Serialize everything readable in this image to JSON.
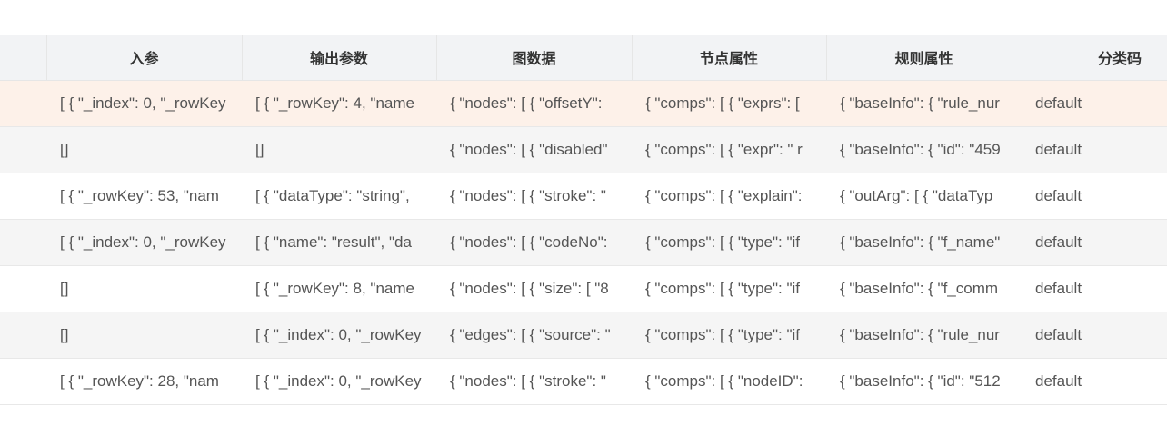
{
  "table": {
    "columns": [
      "",
      "入参",
      "输出参数",
      "图数据",
      "节点属性",
      "规则属性",
      "分类码"
    ],
    "rows": [
      [
        "",
        "[ { \"_index\": 0, \"_rowKey",
        "[ { \"_rowKey\": 4, \"name",
        "{ \"nodes\": [ { \"offsetY\":",
        "{ \"comps\": [ { \"exprs\": [",
        "{ \"baseInfo\": { \"rule_nur",
        "default"
      ],
      [
        "",
        "[]",
        "[]",
        "{ \"nodes\": [ { \"disabled\"",
        "{ \"comps\": [ { \"expr\": \" r",
        "{ \"baseInfo\": { \"id\": \"459",
        "default"
      ],
      [
        "",
        "[ { \"_rowKey\": 53, \"nam",
        "[ { \"dataType\": \"string\",",
        "{ \"nodes\": [ { \"stroke\": \"",
        "{ \"comps\": [ { \"explain\":",
        "{ \"outArg\": [ { \"dataTyp",
        "default"
      ],
      [
        "",
        "[ { \"_index\": 0, \"_rowKey",
        "[ { \"name\": \"result\", \"da",
        "{ \"nodes\": [ { \"codeNo\":",
        "{ \"comps\": [ { \"type\": \"if",
        "{ \"baseInfo\": { \"f_name\"",
        "default"
      ],
      [
        "",
        "[]",
        "[ { \"_rowKey\": 8, \"name",
        "{ \"nodes\": [ { \"size\": [ \"8",
        "{ \"comps\": [ { \"type\": \"if",
        "{ \"baseInfo\": { \"f_comm",
        "default"
      ],
      [
        "",
        "[]",
        "[ { \"_index\": 0, \"_rowKey",
        "{ \"edges\": [ { \"source\": \"",
        "{ \"comps\": [ { \"type\": \"if",
        "{ \"baseInfo\": { \"rule_nur",
        "default"
      ],
      [
        "",
        "[ { \"_rowKey\": 28, \"nam",
        "[ { \"_index\": 0, \"_rowKey",
        "{ \"nodes\": [ { \"stroke\": \"",
        "{ \"comps\": [ { \"nodeID\":",
        "{ \"baseInfo\": { \"id\": \"512",
        "default"
      ]
    ],
    "highlighted_row": 0
  },
  "colors": {
    "header_bg": "#f2f3f5",
    "row_highlight": "#fdf1e9",
    "row_alt": "#f5f5f5"
  }
}
